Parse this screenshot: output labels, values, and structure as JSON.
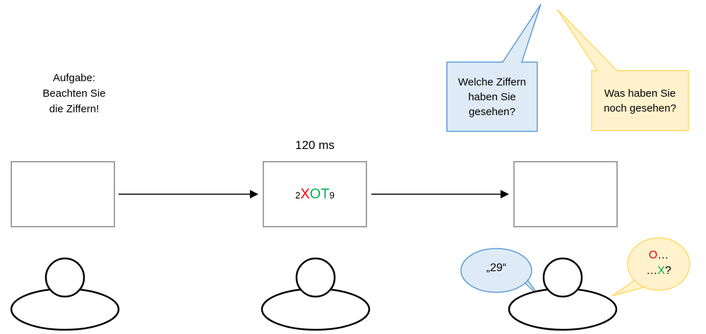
{
  "task_note": {
    "lines": [
      "Aufgabe:",
      "Beachten Sie",
      "die Ziffern!"
    ]
  },
  "timeline": {
    "duration_label": "120 ms",
    "stimulus": {
      "segments": [
        {
          "text": "2",
          "color": "#000000"
        },
        {
          "text": "X",
          "color": "#FF0000"
        },
        {
          "text": "O",
          "color": "#00B050"
        },
        {
          "text": "T",
          "color": "#00B050"
        },
        {
          "text": "9",
          "color": "#000000"
        }
      ]
    }
  },
  "question_bubbles": {
    "blue": {
      "lines": [
        "Welche Ziffern",
        "haben Sie",
        "gesehen?"
      ],
      "fill": "#DEEBF7",
      "border": "#5B9BD5"
    },
    "yellow": {
      "lines": [
        "Was haben Sie",
        "noch gesehen?"
      ],
      "fill": "#FFF2CC",
      "border": "#FFD966"
    }
  },
  "answer_bubbles": {
    "blue": {
      "label": "„29“",
      "fill": "#DEEBF7",
      "border": "#5B9BD5"
    },
    "yellow": {
      "fill": "#FFF2CC",
      "border": "#FFD966",
      "line1": [
        {
          "text": "O",
          "color": "#FF0000"
        },
        {
          "text": "…",
          "color": "#000000"
        }
      ],
      "line2": [
        {
          "text": "…",
          "color": "#000000"
        },
        {
          "text": "X",
          "color": "#00B050"
        },
        {
          "text": "?",
          "color": "#000000"
        }
      ]
    }
  }
}
